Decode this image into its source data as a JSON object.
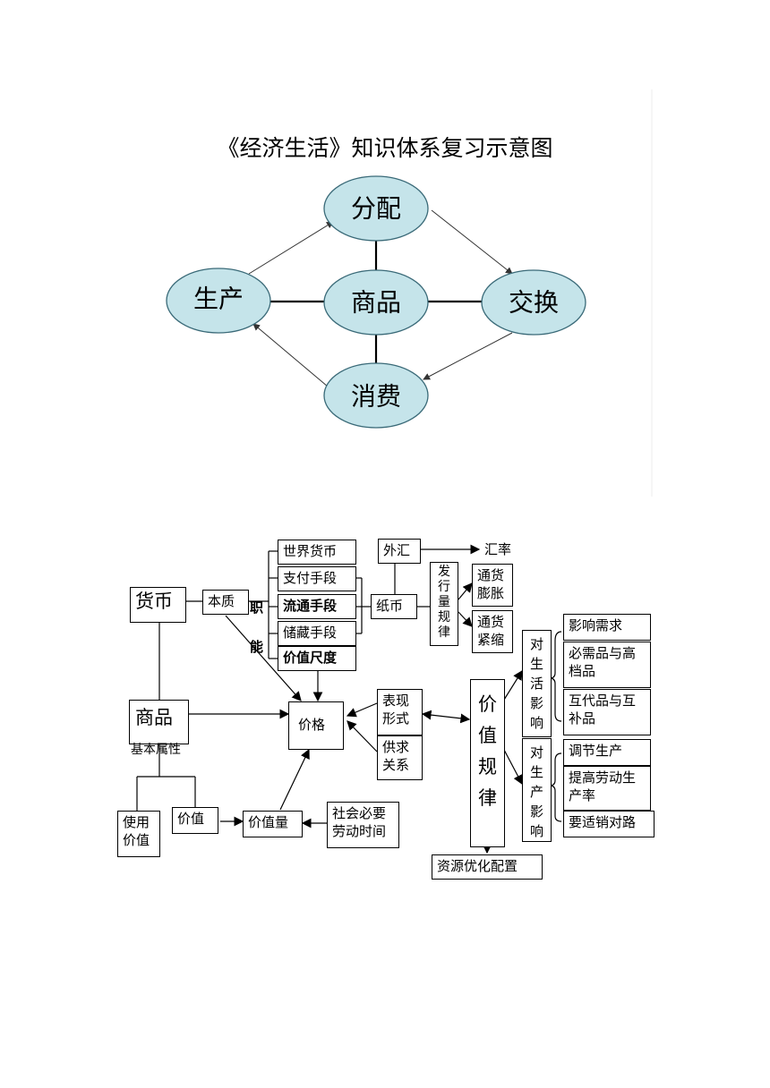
{
  "title": "《经济生活》知识体系复习示意图",
  "cycle": {
    "center": "商品",
    "top": "分配",
    "left": "生产",
    "right": "交换",
    "bottom": "消费",
    "fill_color": "#c5e4ea"
  },
  "money_map": {
    "huobi": "货币",
    "benzhi": "本质",
    "zhi": "职",
    "neng": "能",
    "functions": [
      "世界货币",
      "支付手段",
      "流通手段",
      "储藏手段",
      "价值尺度"
    ],
    "waihui": "外汇",
    "huilv": "汇率",
    "zhibi": "纸币",
    "faxing": "发行量规律",
    "tonghuo_pengzhang": "通货膨胀",
    "tonghuo_jinsuo": "通货紧缩",
    "shangpin": "商品",
    "jiben_shuxing": "基本属性",
    "jiage": "价格",
    "biaoxian_xingshi": "表现形式",
    "gongqiu_guanxi": "供求关系",
    "shiyong_jiazhi": "使用价值",
    "jiazhi": "价值",
    "jiazhiliang": "价值量",
    "shehui_biyao": "社会必要劳动时间",
    "jiazhi_guilv": "价值规律",
    "dui_shenghuo": "对生活影响",
    "dui_shengchan": "对生产影响",
    "life_effects": [
      "影响需求",
      "必需品与高档品",
      "互代品与互补品"
    ],
    "production_effects": [
      "调节生产",
      "提高劳动生产率",
      "要适销对路"
    ],
    "ziyuan_peizhi": "资源优化配置"
  }
}
